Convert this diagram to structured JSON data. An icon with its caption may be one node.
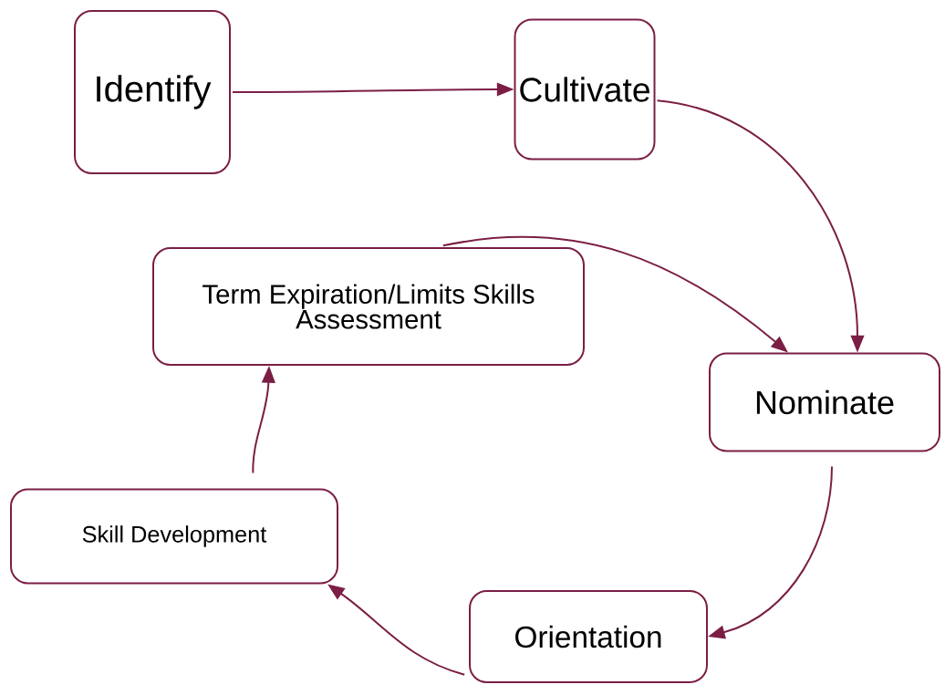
{
  "diagram": {
    "nodes": [
      {
        "text": [
          "Identify"
        ]
      },
      {
        "text": [
          "Cultivate"
        ]
      },
      {
        "text": [
          "Term Expiration/Limits Skills Assessment"
        ]
      },
      {
        "text": [
          "Nominate"
        ]
      },
      {
        "text": [
          "Skill Development"
        ]
      },
      {
        "text": [
          "Orientation"
        ]
      }
    ],
    "edges": [
      {
        "from": 0,
        "to": 1,
        "arrow": "to"
      },
      {
        "from": 1,
        "to": 3,
        "arrow": "to"
      },
      {
        "from": 2,
        "to": 3,
        "arrow": "to"
      },
      {
        "from": 3,
        "to": 5,
        "arrow": "to"
      },
      {
        "from": 5,
        "to": 4,
        "arrow": "to"
      },
      {
        "from": 4,
        "to": 2,
        "arrow": "to"
      }
    ]
  }
}
